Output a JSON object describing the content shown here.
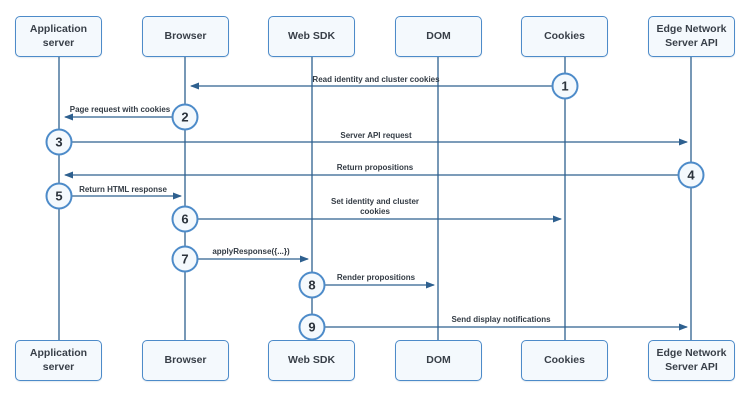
{
  "diagram": {
    "type": "sequence",
    "background": "#ffffff",
    "colors": {
      "box_fill": "#f4f9fd",
      "box_border": "#4d8bc9",
      "lifeline": "#2e608f",
      "arrow": "#2e608f",
      "circle_border": "#4d8bc9",
      "circle_fill": "#f4f9fd",
      "text": "#333b44"
    },
    "actors": [
      {
        "id": "application-server",
        "label": "Application server"
      },
      {
        "id": "browser",
        "label": "Browser"
      },
      {
        "id": "web-sdk",
        "label": "Web SDK"
      },
      {
        "id": "dom",
        "label": "DOM"
      },
      {
        "id": "cookies",
        "label": "Cookies"
      },
      {
        "id": "edge-network-server-api",
        "label": "Edge Network Server API"
      }
    ],
    "messages": [
      {
        "step": "1",
        "label": "Read identity and cluster cookies",
        "from": "Cookies",
        "to": "Browser"
      },
      {
        "step": "2",
        "label": "Page request with cookies",
        "from": "Browser",
        "to": "Application server"
      },
      {
        "step": "3",
        "label": "Server API request",
        "from": "Application server",
        "to": "Edge Network Server API"
      },
      {
        "step": "4",
        "label": "Return propositions",
        "from": "Edge Network Server API",
        "to": "Application server"
      },
      {
        "step": "5",
        "label": "Return HTML response",
        "from": "Application server",
        "to": "Browser"
      },
      {
        "step": "6",
        "label": "Set identity and cluster cookies",
        "from": "Browser",
        "to": "Cookies"
      },
      {
        "step": "7",
        "label": "applyResponse({...})",
        "from": "Browser",
        "to": "Web SDK"
      },
      {
        "step": "8",
        "label": "Render propositions",
        "from": "Web SDK",
        "to": "DOM"
      },
      {
        "step": "9",
        "label": "Send display notifications",
        "from": "Web SDK",
        "to": "Edge Network Server API"
      }
    ]
  }
}
